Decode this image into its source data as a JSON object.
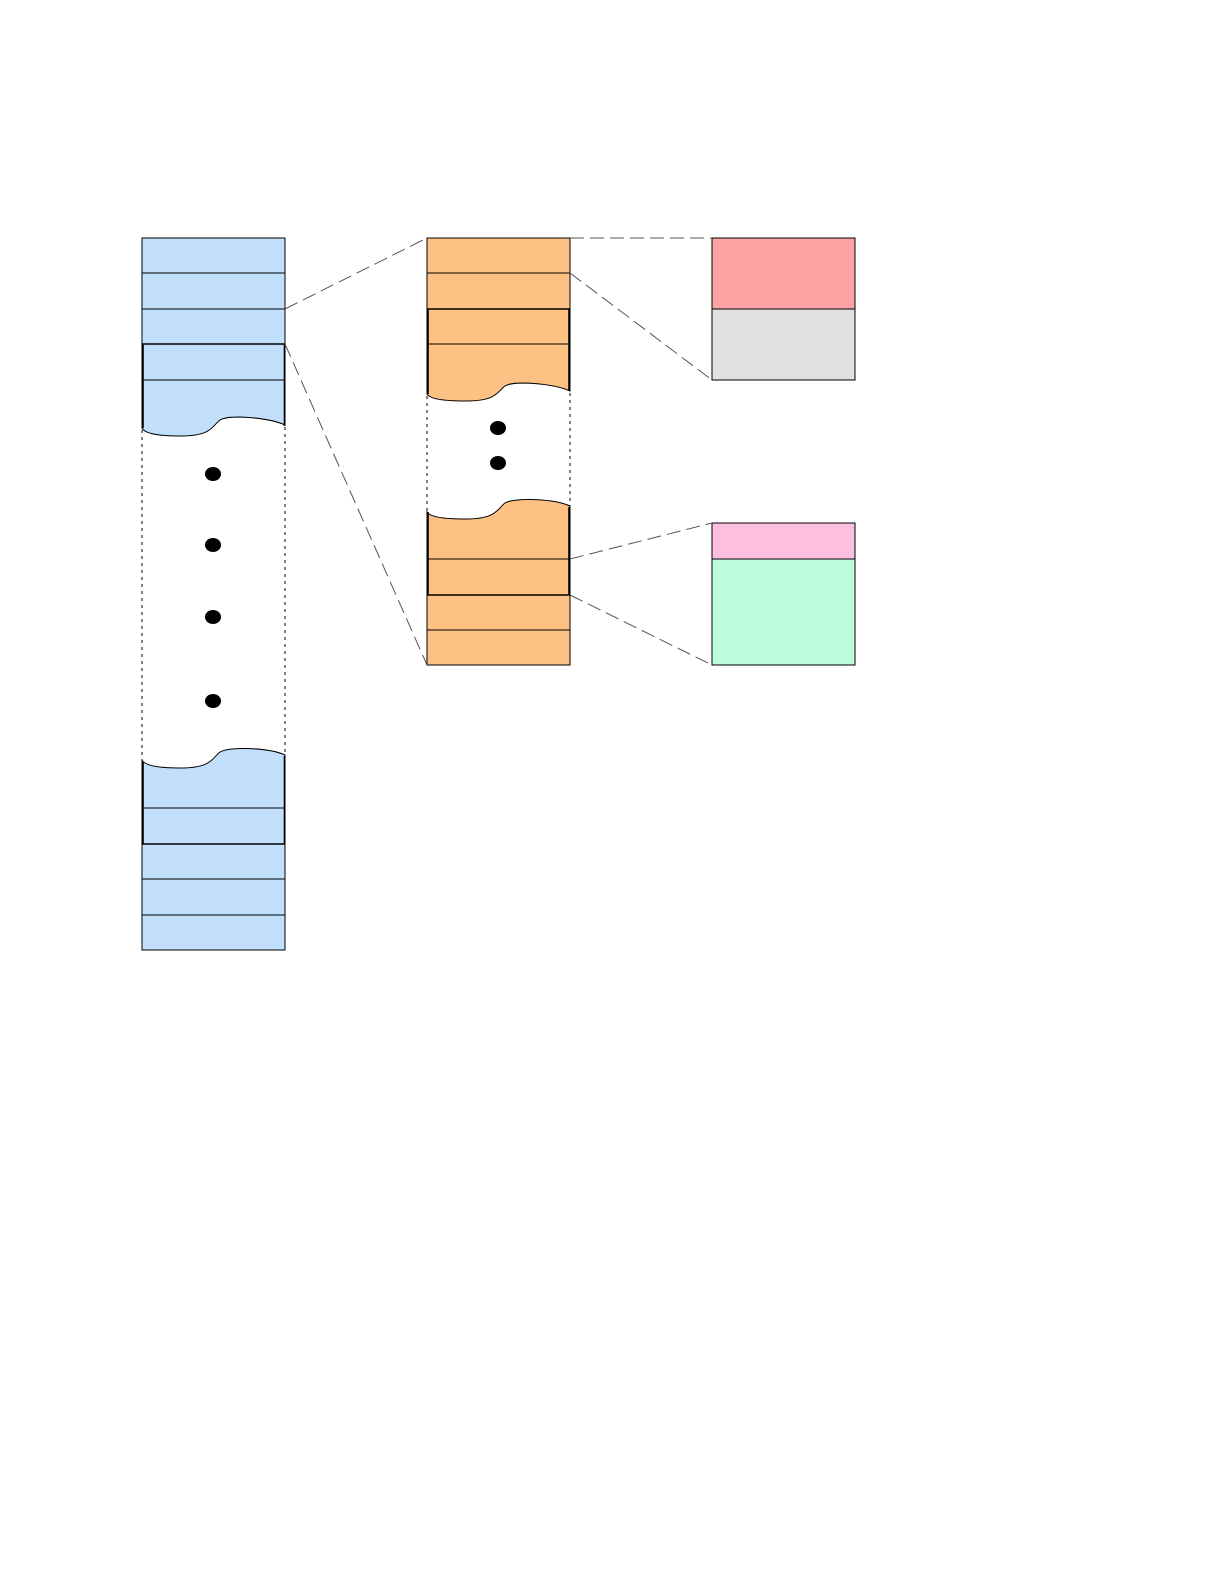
{
  "colors": {
    "column_a_fill": "#c2e0fb",
    "column_b_fill": "#fec184",
    "detail_top_1_fill": "#fea3a3",
    "detail_bottom_1_fill": "#e0e0e0",
    "detail_top_2_fill": "#fcbfe0",
    "detail_bottom_2_fill": "#bdfbdf",
    "stroke": "#000000",
    "connector_stroke": "#555555"
  },
  "column_a": {
    "top_cells": 5,
    "bottom_cells": 5,
    "ellipsis_dots": 4
  },
  "column_b": {
    "top_cells": 4,
    "bottom_cells": 4,
    "ellipsis_dots": 2
  },
  "detail_boxes": [
    {
      "id": "detail-box-1",
      "sections": 2
    },
    {
      "id": "detail-box-2",
      "sections": 2
    }
  ]
}
